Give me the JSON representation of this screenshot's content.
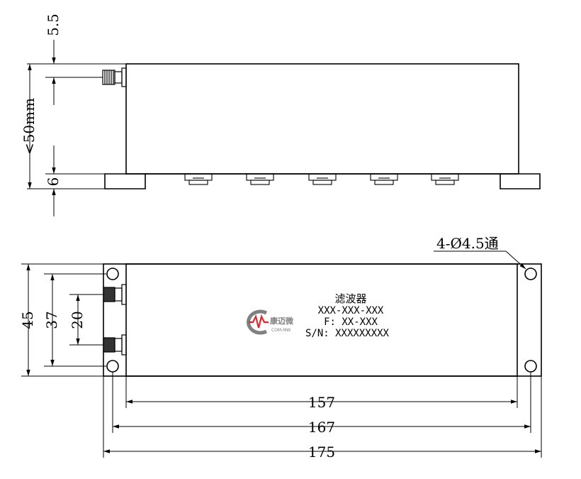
{
  "colors": {
    "line": "#000000",
    "logo_red": "#e0282e",
    "logo_gray": "#808080"
  },
  "side_view": {
    "dims": {
      "top": "5.5",
      "height": "<50mm",
      "bottom": "6"
    }
  },
  "front_view": {
    "hole_callout": "4-Ø4.5通",
    "label": {
      "name": "滤波器",
      "model": "XXX-XXX-XXX",
      "freq": "F: XX-XXX",
      "sn": "S/N: XXXXXXXXX"
    },
    "logo": {
      "name": "康迈微",
      "sub": "COM-MW"
    },
    "dims": {
      "height": "45",
      "hole_pitch": "37",
      "connector_pitch": "20",
      "w157": "157",
      "w167": "167",
      "w175": "175"
    }
  }
}
